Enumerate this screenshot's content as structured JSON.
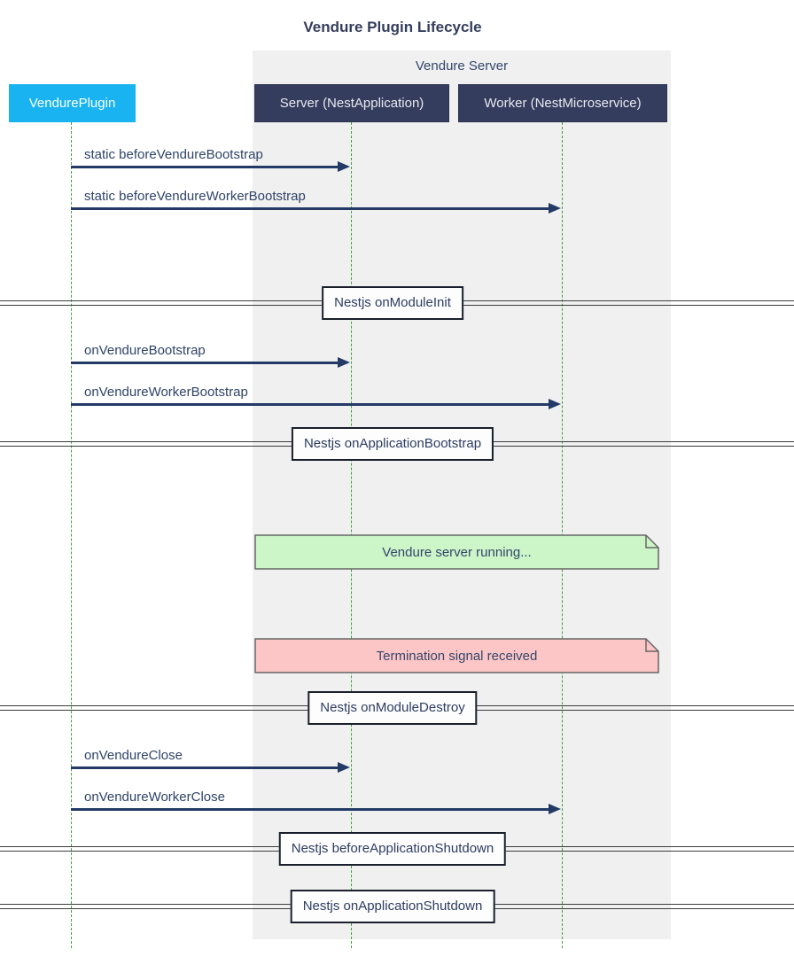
{
  "title": "Vendure Plugin Lifecycle",
  "diagram": {
    "type": "sequence-diagram",
    "group": {
      "label": "Vendure Server",
      "background": "#f0f0f0"
    },
    "actors": [
      {
        "id": "plugin",
        "label": "VendurePlugin",
        "color": "#18b3f0"
      },
      {
        "id": "server",
        "label": "Server (NestApplication)",
        "color": "#353d5e"
      },
      {
        "id": "worker",
        "label": "Worker (NestMicroservice)",
        "color": "#353d5e"
      }
    ],
    "messages": [
      {
        "from": "plugin",
        "to": "server",
        "label": "static beforeVendureBootstrap"
      },
      {
        "from": "plugin",
        "to": "worker",
        "label": "static beforeVendureWorkerBootstrap"
      },
      {
        "from": "plugin",
        "to": "server",
        "label": "onVendureBootstrap"
      },
      {
        "from": "plugin",
        "to": "worker",
        "label": "onVendureWorkerBootstrap"
      },
      {
        "from": "plugin",
        "to": "server",
        "label": "onVendureClose"
      },
      {
        "from": "plugin",
        "to": "worker",
        "label": "onVendureWorkerClose"
      }
    ],
    "dividers": [
      {
        "label": "Nestjs onModuleInit"
      },
      {
        "label": "Nestjs onApplicationBootstrap"
      },
      {
        "label": "Nestjs onModuleDestroy"
      },
      {
        "label": "Nestjs beforeApplicationShutdown"
      },
      {
        "label": "Nestjs onApplicationShutdown"
      }
    ],
    "notes": [
      {
        "label": "Vendure server running...",
        "fill": "#ccf5c8"
      },
      {
        "label": "Termination signal received",
        "fill": "#fdc6c6"
      }
    ],
    "colors": {
      "arrow": "#233a67",
      "lifeline": "#3ca23c",
      "message_text": "#2f4368",
      "title_text": "#343d5c",
      "note_border": "#666666"
    }
  }
}
